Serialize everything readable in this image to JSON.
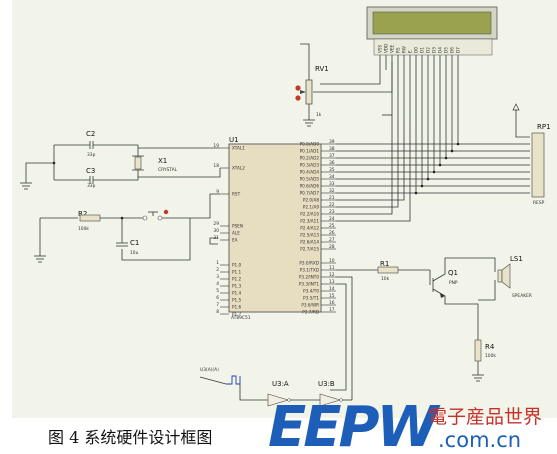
{
  "caption": "图 4  系统硬件设计框图",
  "watermark": {
    "brand": "EEPW",
    "cn": "電子産品世界",
    "url": ".com.cn"
  },
  "lcd": {
    "pins": [
      "VSS",
      "VDD",
      "VEE",
      "RS",
      "RW",
      "E",
      "D0",
      "D1",
      "D2",
      "D3",
      "D4",
      "D5",
      "D6",
      "D7"
    ]
  },
  "rv1": {
    "ref": "RV1",
    "value": "1k"
  },
  "rp1": {
    "ref": "RP1",
    "value": "RESP"
  },
  "c2": {
    "ref": "C2",
    "value": "33p"
  },
  "c3": {
    "ref": "C3",
    "value": "33p"
  },
  "x1": {
    "ref": "X1",
    "value": "CRYSTAL"
  },
  "r2": {
    "ref": "R2",
    "value": "100k"
  },
  "c1": {
    "ref": "C1",
    "value": "10u"
  },
  "u1": {
    "ref": "U1",
    "part": "AT89C51",
    "left_pins": [
      {
        "num": "19",
        "name": "XTAL1"
      },
      {
        "num": "18",
        "name": "XTAL2"
      },
      {
        "num": "9",
        "name": "RST"
      },
      {
        "num": "29",
        "name": "PSEN"
      },
      {
        "num": "30",
        "name": "ALE"
      },
      {
        "num": "31",
        "name": "EA"
      }
    ],
    "p1_pins": [
      "P1.0",
      "P1.1",
      "P1.2",
      "P1.3",
      "P1.4",
      "P1.5",
      "P1.6",
      "P1.7"
    ],
    "p1_nums": [
      "1",
      "2",
      "3",
      "4",
      "5",
      "6",
      "7",
      "8"
    ],
    "p0_pins": [
      "P0.0/AD0",
      "P0.1/AD1",
      "P0.2/AD2",
      "P0.3/AD3",
      "P0.4/AD4",
      "P0.5/AD5",
      "P0.6/AD6",
      "P0.7/AD7"
    ],
    "p0_nums": [
      "39",
      "38",
      "37",
      "36",
      "35",
      "34",
      "33",
      "32"
    ],
    "p2_pins": [
      "P2.0/A8",
      "P2.1/A9",
      "P2.2/A10",
      "P2.3/A11",
      "P2.4/A12",
      "P2.5/A13",
      "P2.6/A14",
      "P2.7/A15"
    ],
    "p2_nums": [
      "21",
      "22",
      "23",
      "24",
      "25",
      "26",
      "27",
      "28"
    ],
    "p3_pins": [
      "P3.0/RXD",
      "P3.1/TXD",
      "P3.2/INT0",
      "P3.3/INT1",
      "P3.4/T0",
      "P3.5/T1",
      "P3.6/WR",
      "P3.7/RD"
    ],
    "p3_nums": [
      "10",
      "11",
      "12",
      "13",
      "14",
      "15",
      "16",
      "17"
    ]
  },
  "r1": {
    "ref": "R1",
    "value": "10k"
  },
  "q1": {
    "ref": "Q1",
    "value": "PNP"
  },
  "ls1": {
    "ref": "LS1",
    "value": "SPEAKER"
  },
  "r4": {
    "ref": "R4",
    "value": "100k"
  },
  "u3a": {
    "ref": "U3:A"
  },
  "u3b": {
    "ref": "U3:B"
  },
  "signal": {
    "label": "U3(A)(A)"
  }
}
